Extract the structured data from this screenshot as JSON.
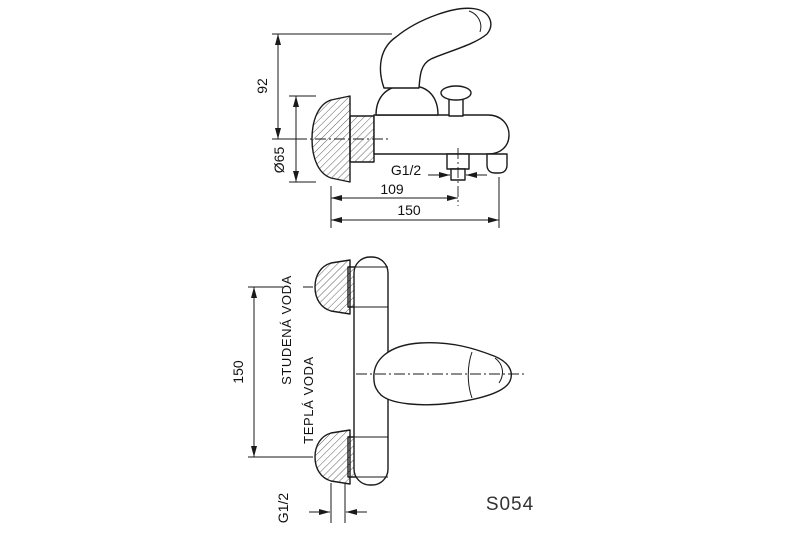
{
  "colors": {
    "line": "#1a1a1a",
    "background": "#ffffff",
    "model_text": "#333333"
  },
  "model_label": "S054",
  "side_view": {
    "height_dim": "92",
    "flange_diameter_dim": "Ø65",
    "thread_label": "G1/2",
    "outlet_offset_dim": "109",
    "depth_dim": "150"
  },
  "front_view": {
    "connection_spacing_dim": "150",
    "cold_water_label": "STUDENÁ VODA",
    "hot_water_label": "TEPLÁ VODA",
    "thread_label": "G1/2"
  }
}
